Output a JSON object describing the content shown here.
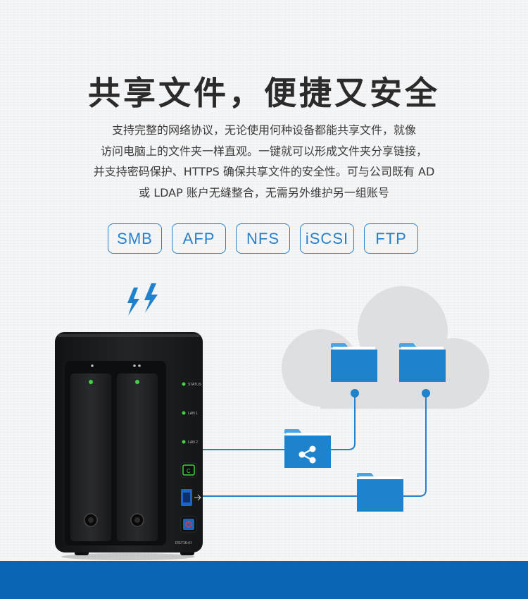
{
  "headline": "共享文件，便捷又安全",
  "description": [
    "支持完整的网络协议，无论使用何种设备都能共享文件，就像",
    "访问电脑上的文件夹一样直观。一键就可以形成文件夹分享链接，",
    "并支持密码保护、HTTPS 确保共享文件的安全性。可与公司既有 AD",
    "或 LDAP 账户无缝整合，无需另外维护另一组账号"
  ],
  "protocols": [
    "SMB",
    "AFP",
    "NFS",
    "iSCSI",
    "FTP"
  ],
  "nas": {
    "labels": {
      "status": "STATUS",
      "lan1": "LAN 1",
      "lan2": "LAN 2",
      "model": "DS716+II"
    },
    "body_color": "#1c1d1f",
    "led_color": "#3fd53f"
  },
  "colors": {
    "accent": "#2a80c8",
    "folder": "#1e82cc",
    "folder_tab": "#4aa3e2",
    "cloud": "#dedfe2",
    "bar": "#0a64b4"
  },
  "icons": [
    "lightning-icon",
    "folder-icon",
    "share-icon",
    "usb-icon",
    "power-icon",
    "copy-icon"
  ]
}
